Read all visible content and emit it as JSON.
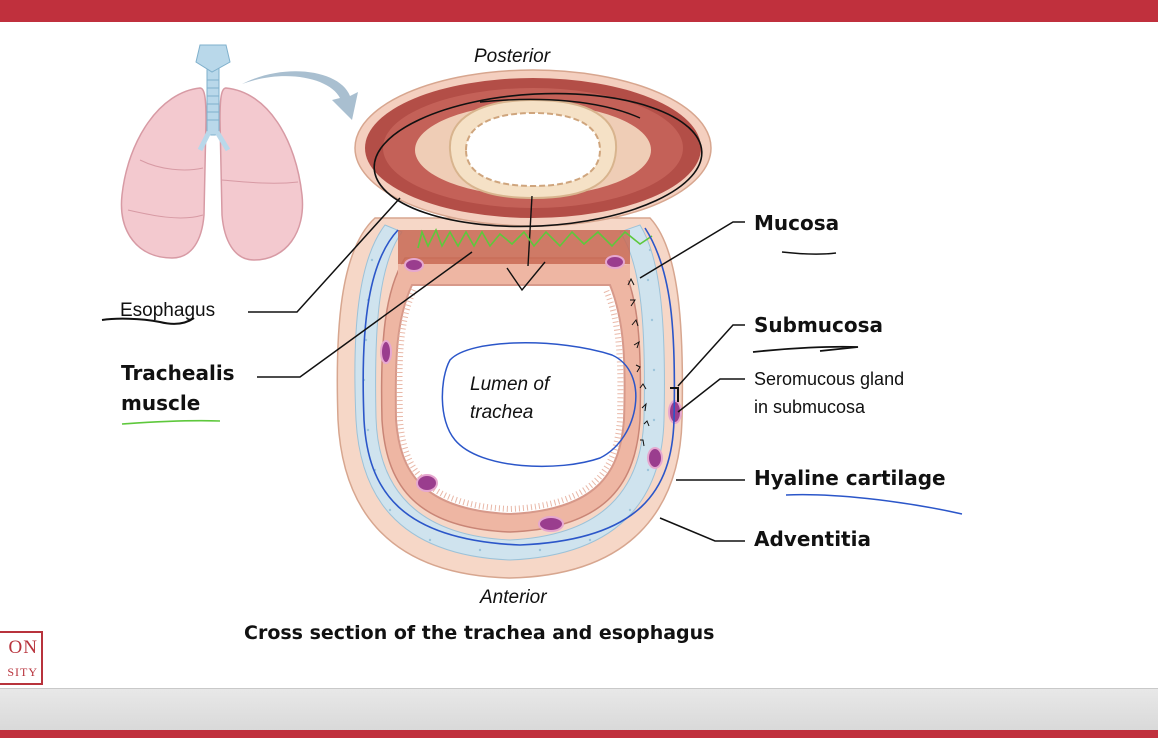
{
  "labels": {
    "posterior": "Posterior",
    "anterior": "Anterior",
    "esophagus": "Esophagus",
    "trachealis_muscle_line1": "Trachealis",
    "trachealis_muscle_line2": "muscle",
    "lumen_line1": "Lumen of",
    "lumen_line2": "trachea",
    "mucosa": "Mucosa",
    "submucosa": "Submucosa",
    "seromucous_line1": "Seromucous gland",
    "seromucous_line2": "in submucosa",
    "hyaline_cartilage": "Hyaline cartilage",
    "adventitia": "Adventitia"
  },
  "caption": "Cross section of the trachea and esophagus",
  "logo": {
    "line1": "ON",
    "line2": "SITY"
  },
  "colors": {
    "header_bar": "#c0303d",
    "annotation_ink": "#111111",
    "annotation_blue": "#2b56c9",
    "annotation_green": "#5ec83c",
    "cartilage": "#cfe3ee",
    "muscle": "#b4524a",
    "gland": "#9a3d8e"
  }
}
